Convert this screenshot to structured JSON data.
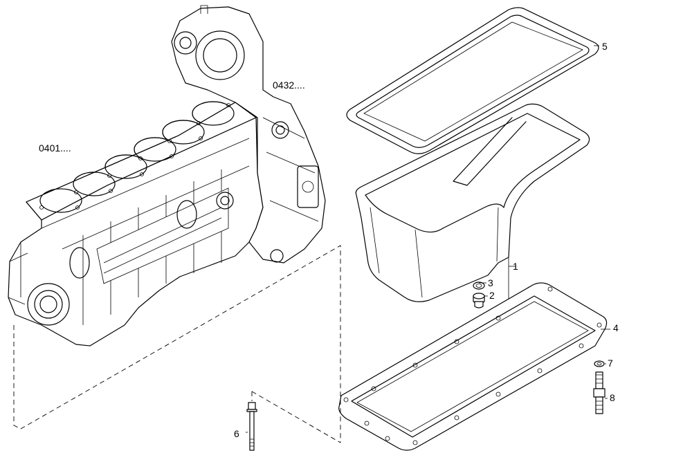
{
  "callouts": {
    "block_ref": "0401....",
    "housing_ref": "0432....",
    "oil_sump": "1",
    "drain_plug": "2",
    "drain_washer": "3",
    "sump_gasket_frame": "4",
    "upper_gasket": "5",
    "bolt": "6",
    "stud_washer": "7",
    "stud": "8"
  }
}
